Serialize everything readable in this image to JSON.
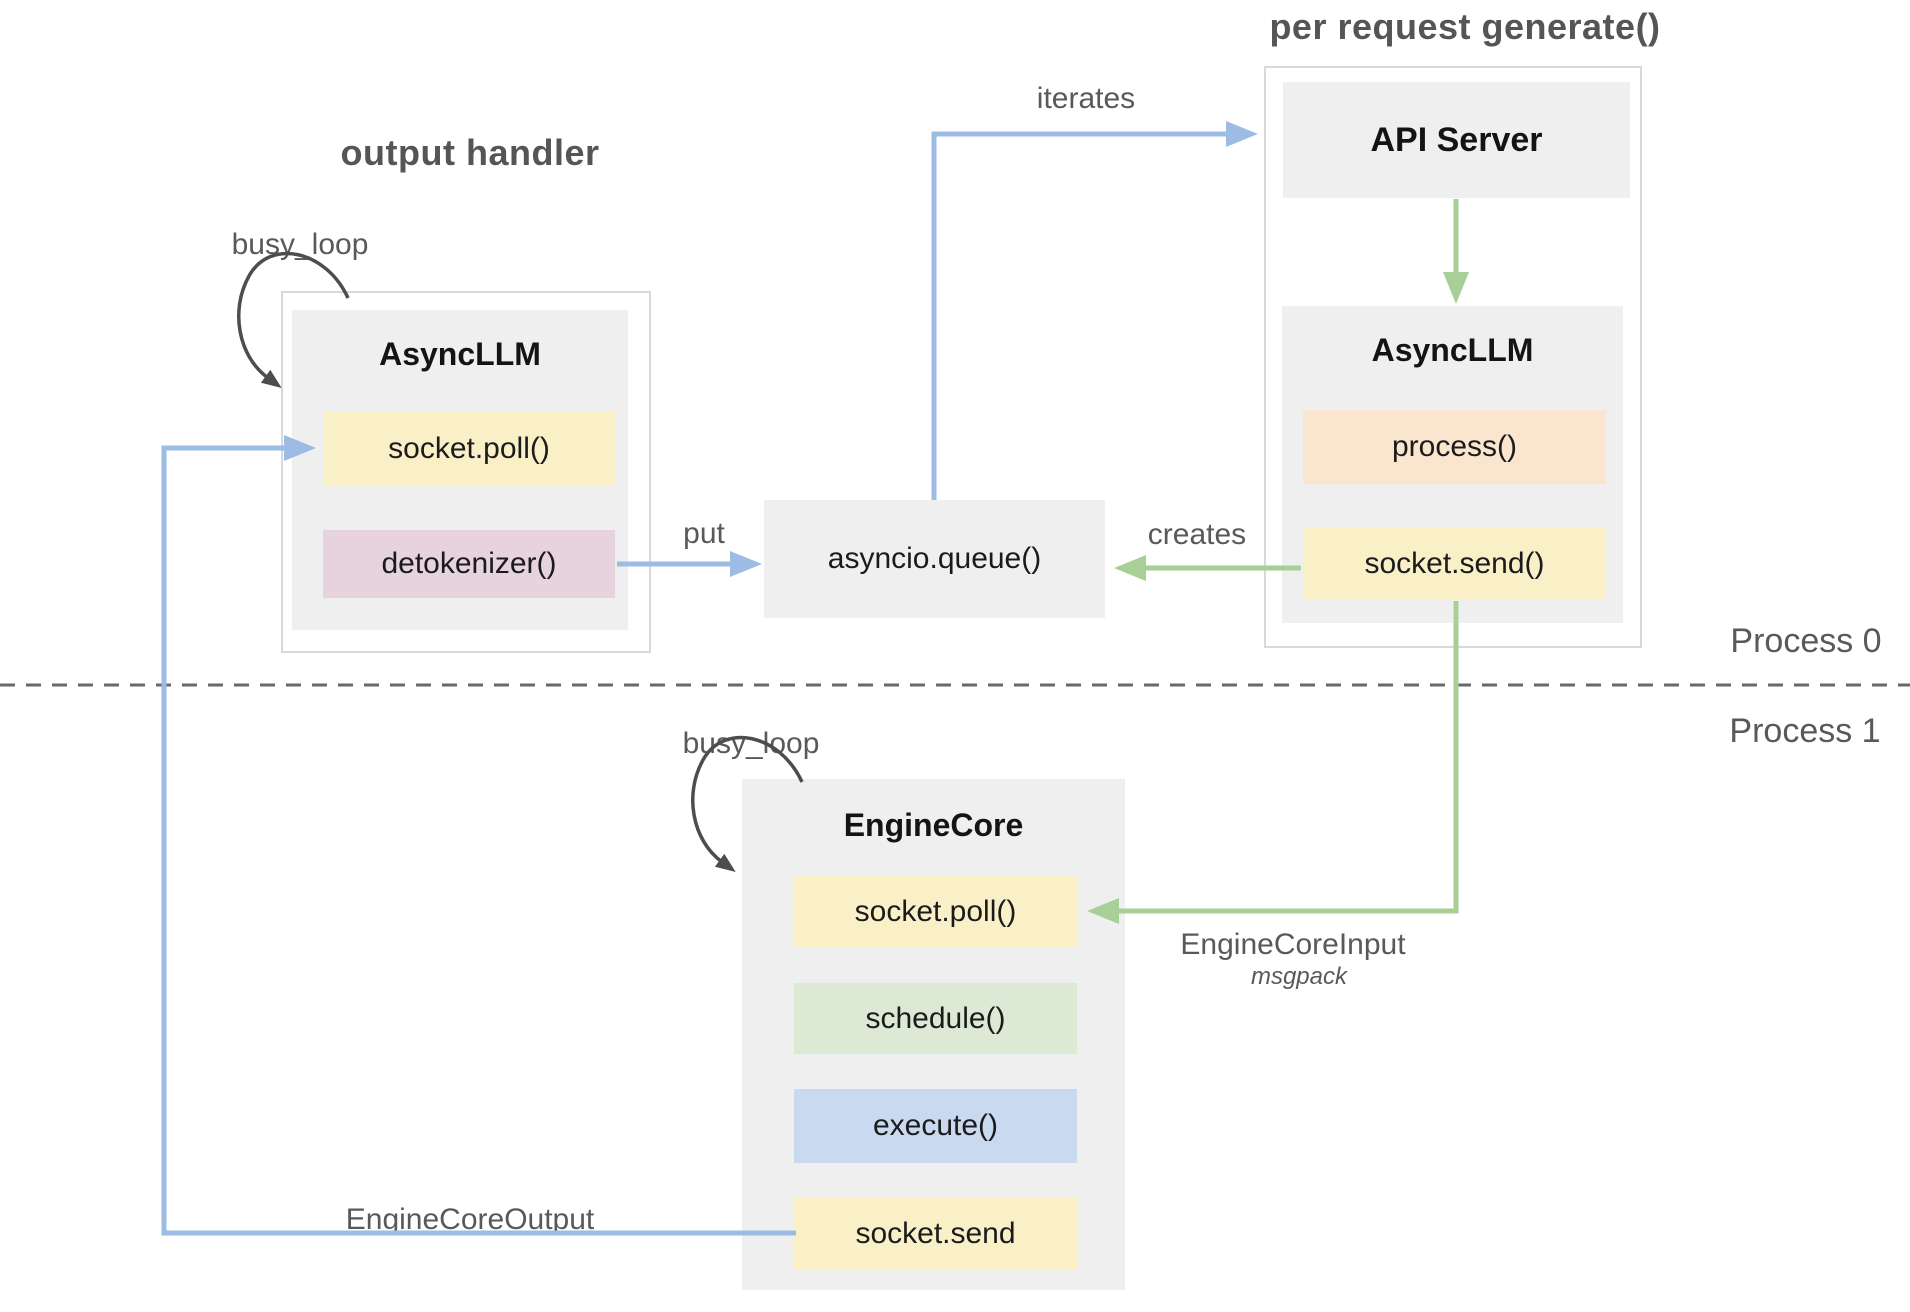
{
  "titles": {
    "output_handler": "output handler",
    "per_request_generate": "per request generate()"
  },
  "labels": {
    "busy_loop_top": "busy_loop",
    "busy_loop_bottom": "busy_loop",
    "iterates": "iterates",
    "put": "put",
    "creates": "creates",
    "process_0": "Process 0",
    "process_1": "Process 1",
    "engine_core_input": "EngineCoreInput",
    "msgpack": "msgpack",
    "engine_core_output": "EngineCoreOutput"
  },
  "nodes": {
    "async_llm_left": {
      "title": "AsyncLLM",
      "methods": [
        "socket.poll()",
        "detokenizer()"
      ]
    },
    "api_server": {
      "title": "API Server"
    },
    "async_llm_right": {
      "title": "AsyncLLM",
      "methods": [
        "process()",
        "socket.send()"
      ]
    },
    "queue": {
      "title": "asyncio.queue()"
    },
    "engine_core": {
      "title": "EngineCore",
      "methods": [
        "socket.poll()",
        "schedule()",
        "execute()",
        "socket.send"
      ]
    }
  },
  "colors": {
    "box_gray": "#efefef",
    "container_border": "#d9d9d9",
    "chip_yellow": "#faf0c8",
    "chip_pink": "#e6d3dd",
    "chip_peach": "#fae5cf",
    "chip_green": "#dce9d5",
    "chip_blue": "#c9d9f0",
    "arrow_blue": "#9cbce4",
    "arrow_green": "#a8cf96",
    "arrow_dark": "#4d4d4d",
    "label_gray": "#58595b",
    "dashed_line": "#696969"
  }
}
